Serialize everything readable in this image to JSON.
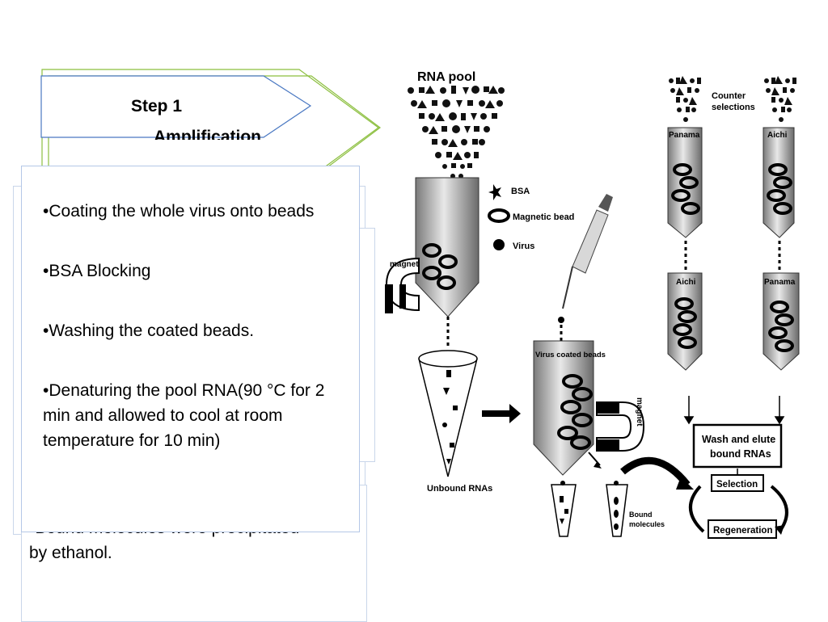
{
  "step": {
    "front_label": "Step 1",
    "back_label": "Amplification"
  },
  "back_card": {
    "text_line_1": "•Bound molecules were precipitated",
    "text_line_2": "by ethanol."
  },
  "front_card": {
    "bullets": [
      "•Coating the whole virus onto beads",
      "•BSA Blocking",
      "•Washing the coated beads.",
      "•Denaturing the pool RNA(90 °C for 2 min and allowed to cool at room temperature for 10 min)"
    ]
  },
  "diagram": {
    "rna_pool": "RNA pool",
    "legend": {
      "bsa": "BSA",
      "bead": "Magnetic bead",
      "virus": "Virus"
    },
    "magnet": "magnet",
    "unbound": "Unbound RNAs",
    "virus_coated": "Virus coated beads",
    "bound_1": "Bound",
    "bound_2": "molecules",
    "counter_1": "Counter",
    "counter_2": "selections",
    "panama": "Panama",
    "aichi": "Aichi",
    "wash_1": "Wash and elute",
    "wash_2": "bound RNAs",
    "selection": "Selection",
    "regeneration": "Regeneration"
  },
  "colors": {
    "arrow_green": "#8cbf3f",
    "arrow_blue": "#4a78c2",
    "card_border": "#b4c7e7"
  }
}
